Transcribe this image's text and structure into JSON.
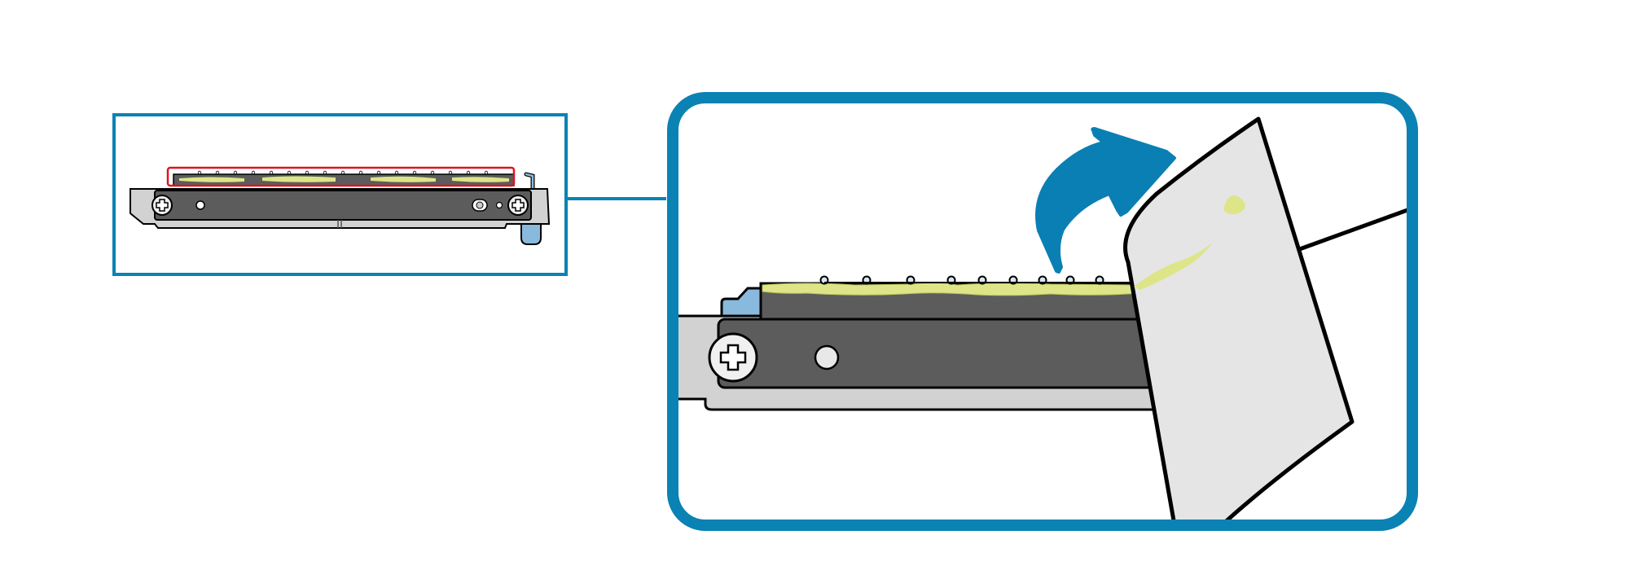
{
  "figure": {
    "subject": "heatsink-module-thermal-paste-cleaning",
    "colors": {
      "frame_blue": "#0a82b4",
      "arrow_blue": "#0a7fb3",
      "highlight_red": "#e0141e",
      "bracket_gray": "#d2d2d2",
      "dark_plate": "#5c5c5c",
      "thermal_paste": "#dde588",
      "latch_blue": "#89b9dd",
      "wipe_cloth": "#e5e5e5",
      "outline": "#000000"
    },
    "icons": {
      "overview_box": "overview-callout-frame",
      "zoom_box": "zoom-detail-frame",
      "arrow": "curved-lift-arrow",
      "screw": "phillips-screw-icon",
      "cloth": "lint-free-cloth"
    }
  }
}
